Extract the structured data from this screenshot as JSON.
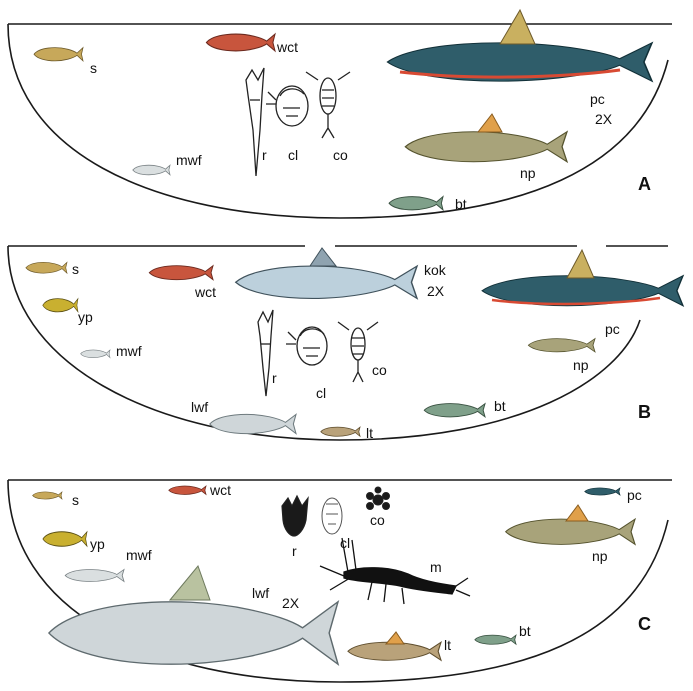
{
  "colors": {
    "background": "#ffffff",
    "outline": "#1a1a1a",
    "trout_red": "#c8553d",
    "chub_blue": "#2f5d6a",
    "sucker_olive": "#a8a37a",
    "fin_orange": "#e0a04a",
    "perch_yellow": "#c9b030",
    "bull_trout_green": "#7fa08a",
    "kokanee_silver": "#bcd0dc",
    "whitefish_silver": "#cfd6d9"
  },
  "panels": [
    {
      "id": "A",
      "letter": "A",
      "species": [
        {
          "code": "s",
          "label": "s",
          "icon": "fish-icon",
          "color": "#c7a85a"
        },
        {
          "code": "wct",
          "label": "wct",
          "icon": "fish-icon",
          "color": "#c8553d"
        },
        {
          "code": "pc",
          "label": "pc",
          "icon": "fish-icon",
          "color": "#2f5d6a"
        },
        {
          "code": "np",
          "label": "np",
          "icon": "fish-icon",
          "color": "#a8a37a"
        },
        {
          "code": "mwf",
          "label": "mwf",
          "icon": "fish-icon",
          "color": "#dadfe0"
        },
        {
          "code": "bt",
          "label": "bt",
          "icon": "fish-icon",
          "color": "#7fa08a"
        }
      ],
      "zooplankton": [
        {
          "code": "r",
          "label": "r",
          "icon": "rotifer-icon"
        },
        {
          "code": "cl",
          "label": "cl",
          "icon": "cladoceran-icon"
        },
        {
          "code": "co",
          "label": "co",
          "icon": "copepod-icon"
        }
      ],
      "scale_note": "2X"
    },
    {
      "id": "B",
      "letter": "B",
      "species": [
        {
          "code": "s",
          "label": "s",
          "icon": "fish-icon",
          "color": "#c7a85a"
        },
        {
          "code": "wct",
          "label": "wct",
          "icon": "fish-icon",
          "color": "#c8553d"
        },
        {
          "code": "kok",
          "label": "kok",
          "icon": "fish-icon",
          "color": "#bcd0dc"
        },
        {
          "code": "yp",
          "label": "yp",
          "icon": "fish-icon",
          "color": "#c9b030"
        },
        {
          "code": "mwf",
          "label": "mwf",
          "icon": "fish-icon",
          "color": "#dadfe0"
        },
        {
          "code": "pc",
          "label": "pc",
          "icon": "fish-icon",
          "color": "#2f5d6a"
        },
        {
          "code": "np",
          "label": "np",
          "icon": "fish-icon",
          "color": "#a8a37a"
        },
        {
          "code": "lwf",
          "label": "lwf",
          "icon": "fish-icon",
          "color": "#cfd6d9"
        },
        {
          "code": "lt",
          "label": "lt",
          "icon": "fish-icon",
          "color": "#b9a27a"
        },
        {
          "code": "bt",
          "label": "bt",
          "icon": "fish-icon",
          "color": "#7fa08a"
        }
      ],
      "zooplankton": [
        {
          "code": "r",
          "label": "r",
          "icon": "rotifer-icon"
        },
        {
          "code": "cl",
          "label": "cl",
          "icon": "cladoceran-icon"
        },
        {
          "code": "co",
          "label": "co",
          "icon": "copepod-icon"
        }
      ],
      "scale_note": "2X"
    },
    {
      "id": "C",
      "letter": "C",
      "species": [
        {
          "code": "s",
          "label": "s",
          "icon": "fish-icon",
          "color": "#c7a85a"
        },
        {
          "code": "wct",
          "label": "wct",
          "icon": "fish-icon",
          "color": "#c8553d"
        },
        {
          "code": "pc",
          "label": "pc",
          "icon": "fish-icon",
          "color": "#2f5d6a"
        },
        {
          "code": "yp",
          "label": "yp",
          "icon": "fish-icon",
          "color": "#c9b030"
        },
        {
          "code": "np",
          "label": "np",
          "icon": "fish-icon",
          "color": "#a8a37a"
        },
        {
          "code": "mwf",
          "label": "mwf",
          "icon": "fish-icon",
          "color": "#dadfe0"
        },
        {
          "code": "lwf",
          "label": "lwf",
          "icon": "fish-icon",
          "color": "#cfd6d9"
        },
        {
          "code": "lt",
          "label": "lt",
          "icon": "fish-icon",
          "color": "#b9a27a"
        },
        {
          "code": "bt",
          "label": "bt",
          "icon": "fish-icon",
          "color": "#7fa08a"
        }
      ],
      "zooplankton": [
        {
          "code": "r",
          "label": "r",
          "icon": "rotifer-icon"
        },
        {
          "code": "cl",
          "label": "cl",
          "icon": "cladoceran-icon"
        },
        {
          "code": "co",
          "label": "co",
          "icon": "copepod-icon"
        },
        {
          "code": "m",
          "label": "m",
          "icon": "mysis-icon"
        }
      ],
      "scale_note": "2X"
    }
  ]
}
